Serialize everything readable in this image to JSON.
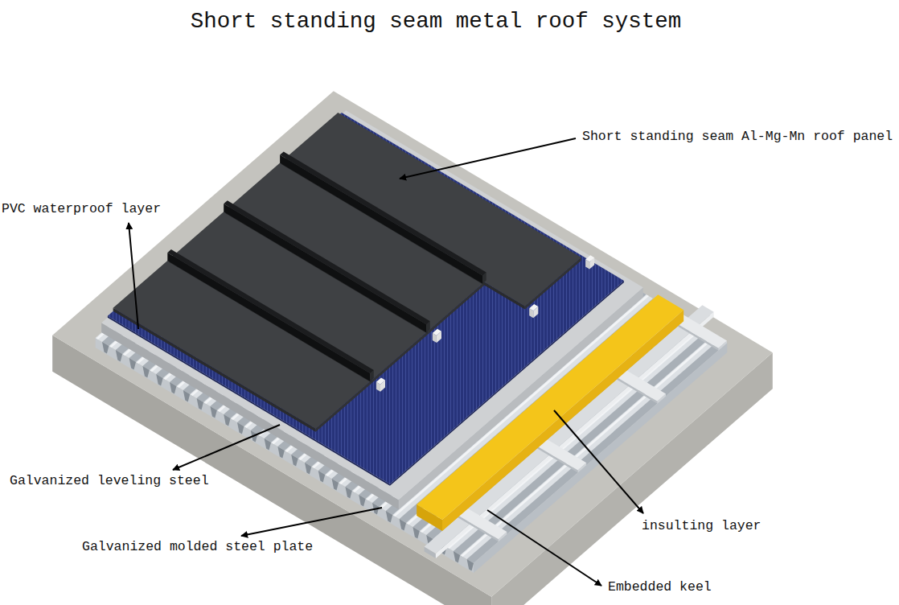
{
  "diagram": {
    "title": "Short standing seam metal roof system",
    "labels": [
      "Short standing seam Al-Mg-Mn roof panel",
      "PVC waterproof layer",
      "Galvanized leveling steel",
      "Galvanized molded steel plate",
      "insulting layer",
      "Embedded keel"
    ]
  }
}
